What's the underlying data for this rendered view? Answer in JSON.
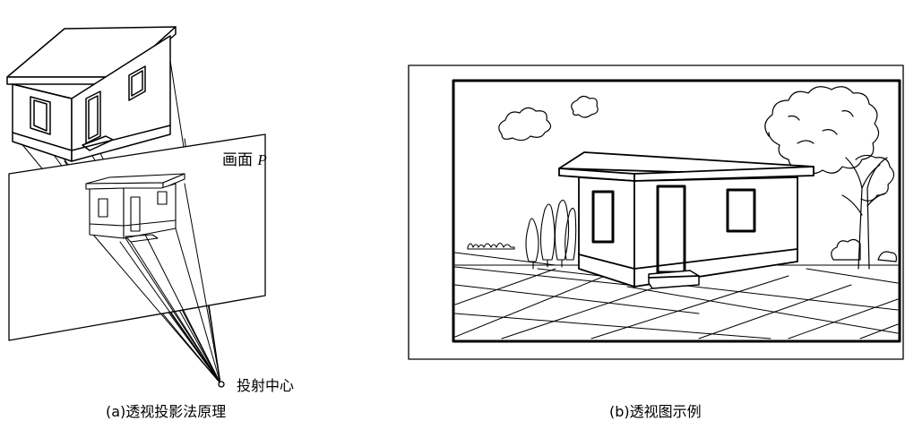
{
  "figure_a": {
    "caption": "(a)透视投影法原理",
    "plane_label": "画面",
    "plane_symbol": "P",
    "center_label": "投射中心"
  },
  "figure_b": {
    "caption": "(b)透视图示例"
  }
}
